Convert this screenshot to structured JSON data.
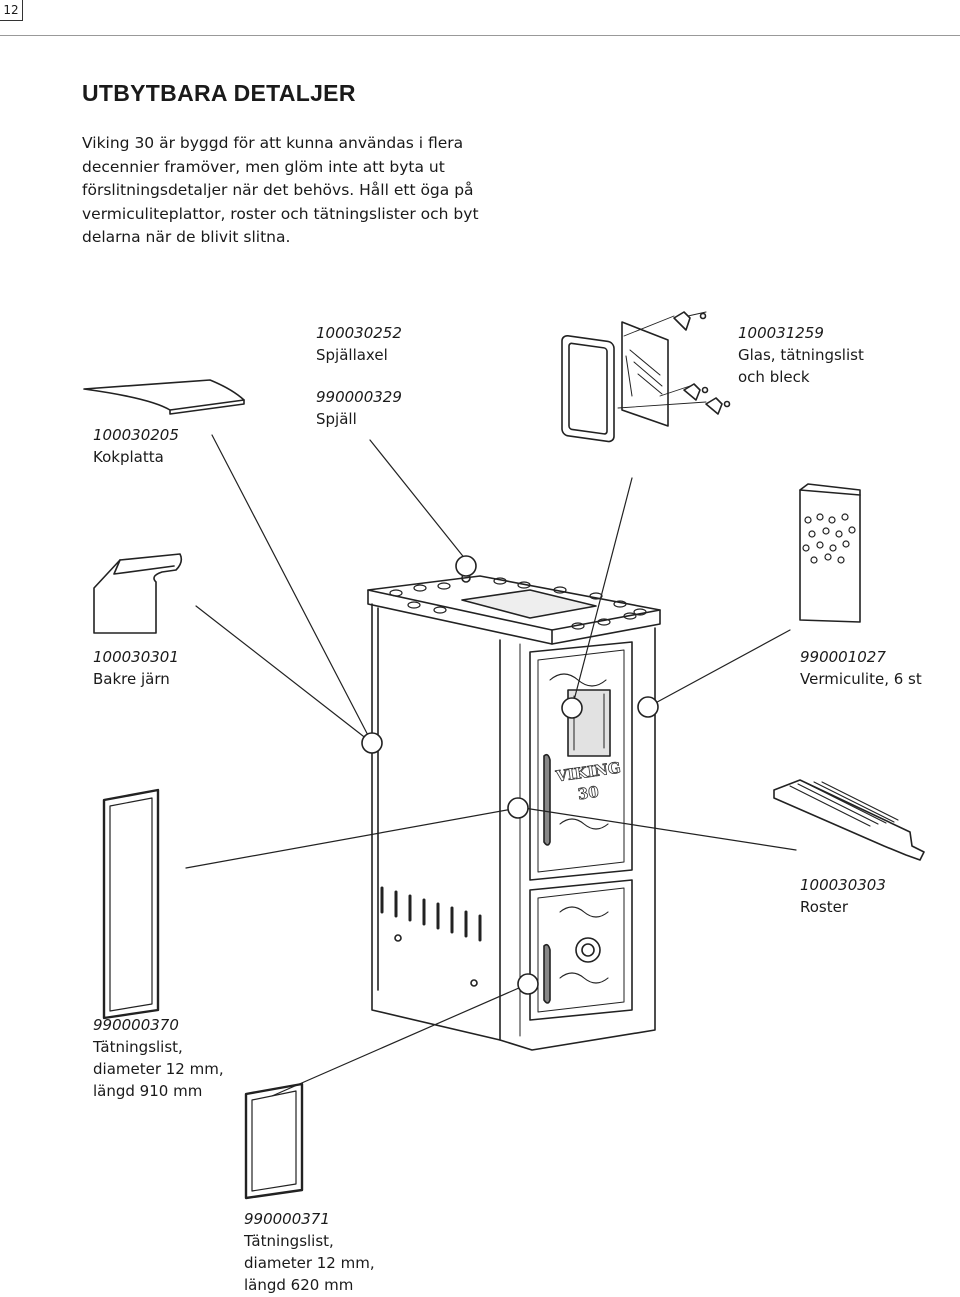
{
  "page": {
    "number": "12"
  },
  "heading": "UTBYTBARA DETALJER",
  "intro": "Viking 30 är byggd för att kunna användas i flera decennier framöver, men glöm inte att byta ut förslitningsdetaljer när det behövs. Håll ett öga på vermiculiteplattor, roster och tätningslister och byt delarna när de blivit slitna.",
  "parts": {
    "kokplatta": {
      "number": "100030205",
      "name": "Kokplatta"
    },
    "spjallaxel": {
      "number": "100030252",
      "name": "Spjällaxel"
    },
    "spjall": {
      "number": "990000329",
      "name": "Spjäll"
    },
    "glas": {
      "number": "100031259",
      "name_line1": "Glas, tätningslist",
      "name_line2": "och bleck"
    },
    "bakre_jarn": {
      "number": "100030301",
      "name": "Bakre järn"
    },
    "vermiculite": {
      "number": "990001027",
      "name": "Vermiculite, 6 st"
    },
    "roster": {
      "number": "100030303",
      "name": "Roster"
    },
    "list_910": {
      "number": "990000370",
      "line1": "Tätningslist,",
      "line2": "diameter 12 mm,",
      "line3": "längd 910 mm"
    },
    "list_620": {
      "number": "990000371",
      "line1": "Tätningslist,",
      "line2": "diameter 12 mm,",
      "line3": "längd 620 mm"
    }
  },
  "stove_logo": {
    "line1": "VIKING",
    "line2": "30"
  }
}
